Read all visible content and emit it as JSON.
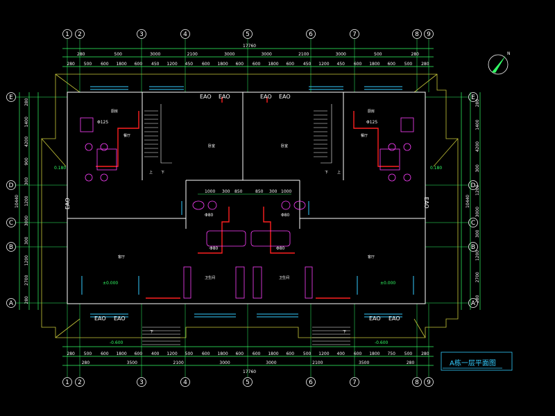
{
  "drawing": {
    "title_block": "A栋一层平面图",
    "grid_columns": [
      "1",
      "2",
      "3",
      "4",
      "5",
      "6",
      "7",
      "8",
      "9"
    ],
    "grid_rows": [
      "E",
      "D",
      "C",
      "B",
      "A"
    ],
    "overall_width": "17760",
    "overall_height": "10440",
    "top_dims_row1": [
      "280",
      "500",
      "3000",
      "2100",
      "3000",
      "3000",
      "2100",
      "3000",
      "500",
      "280"
    ],
    "top_dims_row2": [
      "280",
      "500",
      "600",
      "1800",
      "600",
      "450",
      "1200",
      "450",
      "600",
      "1800",
      "600",
      "600",
      "1800",
      "600",
      "450",
      "1200",
      "450",
      "600",
      "1800",
      "600",
      "500",
      "280"
    ],
    "bottom_dims_row1": [
      "280",
      "500",
      "600",
      "1800",
      "600",
      "400",
      "1200",
      "500",
      "600",
      "1800",
      "600",
      "600",
      "1800",
      "600",
      "500",
      "1200",
      "400",
      "600",
      "1800",
      "750",
      "500",
      "280"
    ],
    "bottom_dims_row2": [
      "280",
      "3500",
      "2100",
      "3000",
      "3000",
      "2100",
      "3500",
      "280"
    ],
    "left_dims": [
      "280",
      "1400",
      "4200",
      "900",
      "300",
      "1200",
      "3000",
      "300",
      "1200",
      "2700",
      "280"
    ],
    "right_dims": [
      "280",
      "1400",
      "4200",
      "300",
      "1200",
      "3000",
      "300",
      "1200",
      "2700",
      "280"
    ],
    "center_dims": [
      "1000",
      "300",
      "850",
      "850",
      "300",
      "1000"
    ],
    "eao_labels": [
      "EAO",
      "EAO",
      "EAO",
      "EAO",
      "EAO",
      "EAO",
      "EAO",
      "EAO",
      "EAO",
      "EAO"
    ],
    "levels": [
      "±0.000",
      "±0.000",
      "-0.600",
      "-0.600",
      "0.180",
      "0.180"
    ],
    "rooms": [
      "客厅",
      "客厅",
      "餐厅",
      "餐厅",
      "卧室",
      "卧室",
      "卫生间",
      "卫生间",
      "厨房",
      "厨房"
    ],
    "stair_labels": [
      "上",
      "下",
      "下",
      "上",
      "下",
      "下"
    ],
    "pipe_labels": [
      "Φ80",
      "Φ80",
      "Φ80",
      "Φ80",
      "Φ125",
      "Φ125"
    ],
    "north_label": "N"
  }
}
